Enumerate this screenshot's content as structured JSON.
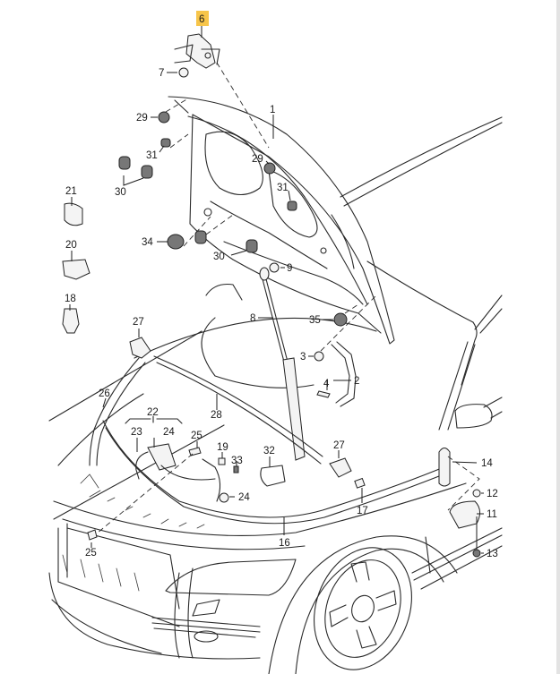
{
  "diagram": {
    "subject": "Bonnet (hood) assembly and release mechanism parts diagram",
    "highlight_color": "#f7c54a",
    "line_color": "#2a2a2a",
    "highlighted_part": "6",
    "callouts": [
      {
        "id": "c6",
        "label": "6",
        "highlighted": true
      },
      {
        "id": "c7",
        "label": "7"
      },
      {
        "id": "c1",
        "label": "1"
      },
      {
        "id": "c29a",
        "label": "29"
      },
      {
        "id": "c29b",
        "label": "29"
      },
      {
        "id": "c31a",
        "label": "31"
      },
      {
        "id": "c31b",
        "label": "31"
      },
      {
        "id": "c30a",
        "label": "30"
      },
      {
        "id": "c30b",
        "label": "30"
      },
      {
        "id": "c21",
        "label": "21"
      },
      {
        "id": "c20",
        "label": "20"
      },
      {
        "id": "c18",
        "label": "18"
      },
      {
        "id": "c34",
        "label": "34"
      },
      {
        "id": "c9",
        "label": "9"
      },
      {
        "id": "c8",
        "label": "8"
      },
      {
        "id": "c35",
        "label": "35"
      },
      {
        "id": "c3",
        "label": "3"
      },
      {
        "id": "c2",
        "label": "2"
      },
      {
        "id": "c4",
        "label": "4"
      },
      {
        "id": "c27a",
        "label": "27"
      },
      {
        "id": "c27b",
        "label": "27"
      },
      {
        "id": "c26",
        "label": "26"
      },
      {
        "id": "c28",
        "label": "28"
      },
      {
        "id": "c22",
        "label": "22"
      },
      {
        "id": "c23",
        "label": "23"
      },
      {
        "id": "c24a",
        "label": "24"
      },
      {
        "id": "c24b",
        "label": "24"
      },
      {
        "id": "c25a",
        "label": "25"
      },
      {
        "id": "c25b",
        "label": "25"
      },
      {
        "id": "c19",
        "label": "19"
      },
      {
        "id": "c33",
        "label": "33"
      },
      {
        "id": "c32",
        "label": "32"
      },
      {
        "id": "c17",
        "label": "17"
      },
      {
        "id": "c16",
        "label": "16"
      },
      {
        "id": "c14",
        "label": "14"
      },
      {
        "id": "c12",
        "label": "12"
      },
      {
        "id": "c11",
        "label": "11"
      },
      {
        "id": "c13",
        "label": "13"
      }
    ]
  }
}
